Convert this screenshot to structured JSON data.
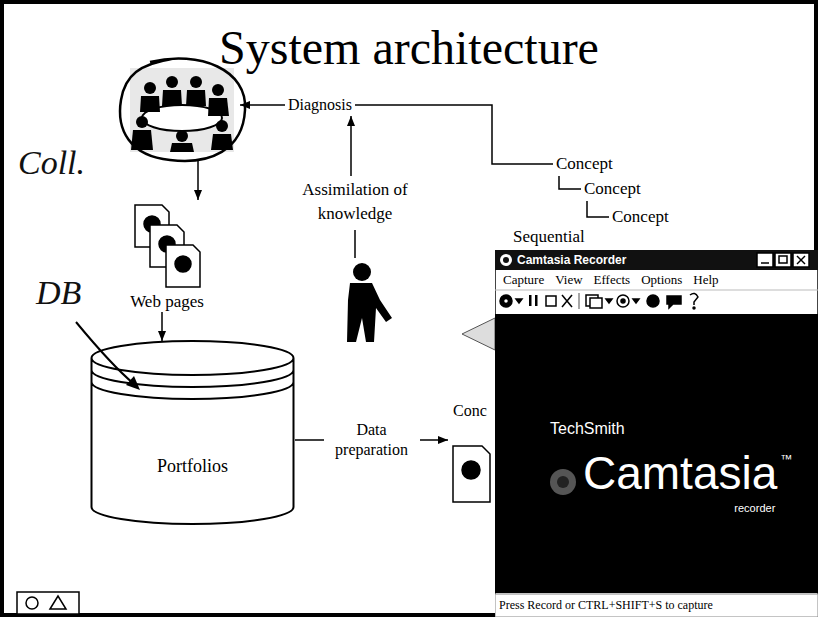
{
  "diagram": {
    "title": "System architecture",
    "nodes": [
      {
        "text": [
          "Coll."
        ]
      },
      {
        "text": [
          "Diagnosis"
        ]
      },
      {
        "text": [
          "Concept"
        ]
      },
      {
        "text": [
          "Concept"
        ]
      },
      {
        "text": [
          "Concept"
        ]
      },
      {
        "text": [
          "Assimilation of knowledge"
        ]
      },
      {
        "text": [
          "Web pages"
        ]
      },
      {
        "text": [
          "Portfolios"
        ]
      },
      {
        "text": [
          "Conc"
        ]
      }
    ],
    "edges": [
      {
        "from": 1,
        "to": 0,
        "arrow": "to"
      },
      {
        "from": 1,
        "to": 2,
        "arrow": "none"
      },
      {
        "from": 2,
        "to": 3,
        "arrow": "none"
      },
      {
        "from": 3,
        "to": 4,
        "arrow": "none"
      },
      {
        "from": 5,
        "to": 1,
        "arrow": "to"
      },
      {
        "from": 0,
        "to": 6,
        "arrow": "to"
      },
      {
        "from": 6,
        "to": 7,
        "arrow": "to"
      },
      {
        "from": 7,
        "to": 8,
        "arrow": "to",
        "label": "Data preparation"
      }
    ],
    "labels": [
      "Sequential",
      "DB",
      "Camtasia Recorder",
      "Capture",
      "View",
      "Effects",
      "Options",
      "Help",
      "TechSmith",
      "Camtasia",
      "™",
      "recorder",
      "Press Record or CTRL+SHIFT+S to capture"
    ]
  }
}
